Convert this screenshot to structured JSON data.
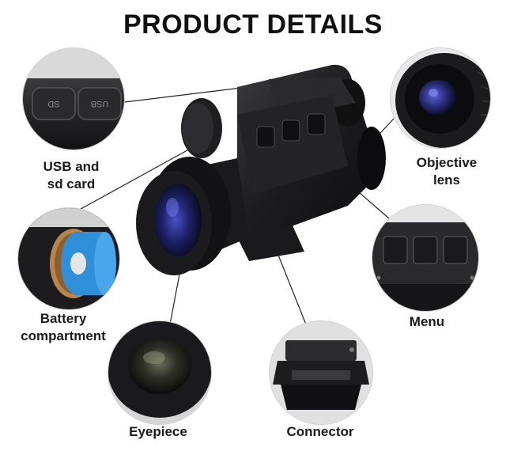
{
  "title": "PRODUCT DETAILS",
  "callouts": {
    "usb": {
      "line1": "USB and",
      "line2": "sd card"
    },
    "objective": {
      "line1": "Objective",
      "line2": "lens"
    },
    "battery": {
      "line1": "Battery",
      "line2": "compartment"
    },
    "menu": {
      "line1": "Menu"
    },
    "eyepiece": {
      "line1": "Eyepiece"
    },
    "connector": {
      "line1": "Connector"
    }
  },
  "port_labels": {
    "sd": "SD",
    "usb": "USB"
  },
  "colors": {
    "device_body": "#1c1c1e",
    "lens_glass": "#3a3f9a",
    "battery_blue": "#2f8fd8",
    "battery_ring": "#b8864a",
    "leader_line": "#222222"
  }
}
